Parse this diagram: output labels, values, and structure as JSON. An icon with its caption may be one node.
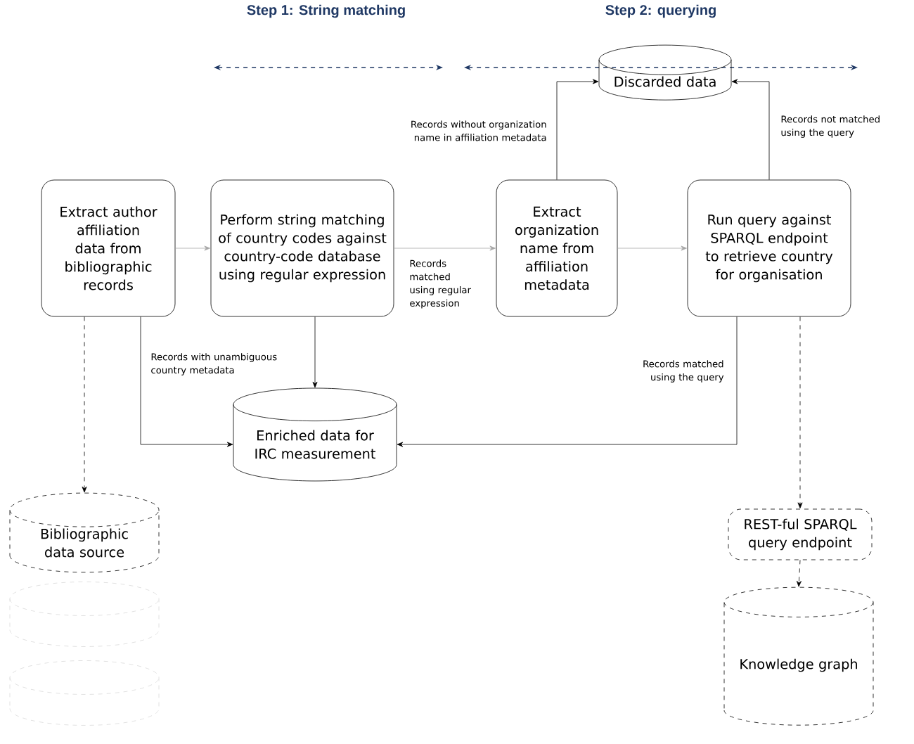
{
  "diagram": {
    "nodes": [
      {
        "text": [
          "Extract author affiliation data from bibliographic records"
        ]
      },
      {
        "text": [
          "Perform string matching of country codes against country-code database using regular expression"
        ]
      },
      {
        "text": [
          "Discarded data"
        ]
      },
      {
        "text": [
          "Extract organization name from affiliation metadata"
        ]
      },
      {
        "text": [
          "Run query against SPARQL endpoint to retrieve country for organisation"
        ]
      },
      {
        "text": [
          "Enriched data for IRC measurement"
        ]
      },
      {
        "text": [
          "Bibliographic data source"
        ]
      },
      {
        "text": [],
        "shape": "cylinder"
      },
      {
        "text": [],
        "shape": "cylinder"
      },
      {
        "text": [
          "REST-ful SPARQL query endpoint"
        ]
      },
      {
        "text": [
          "Knowledge graph"
        ]
      }
    ],
    "edges": [
      {
        "from": 0,
        "to": 1,
        "arrow": "to",
        "color": "#a6a6a6"
      },
      {
        "from": 1,
        "to": 3,
        "arrow": "to",
        "label": "Records matched using regular expression",
        "color": "#a6a6a6"
      },
      {
        "from": 3,
        "to": 4,
        "arrow": "to",
        "color": "#a6a6a6"
      },
      {
        "from": 3,
        "to": 2,
        "arrow": "to",
        "label": "Records without organization name in affiliation metadata"
      },
      {
        "from": 4,
        "to": 2,
        "arrow": "to",
        "label": "Records not matched using the query"
      },
      {
        "from": 0,
        "to": 5,
        "arrow": "to",
        "label": "Records with unambiguous country metadata"
      },
      {
        "from": 1,
        "to": 5,
        "arrow": "to"
      },
      {
        "from": 4,
        "to": 5,
        "arrow": "to",
        "label": "Records matched using the query"
      },
      {
        "from": 0,
        "to": 6,
        "arrow": "to",
        "style": "dashed"
      },
      {
        "from": 4,
        "to": 9,
        "arrow": "to",
        "style": "dashed"
      },
      {
        "from": 9,
        "to": 10,
        "arrow": "to",
        "style": "dashed"
      }
    ],
    "labels": [
      "Step 1: String matching",
      "Step 2: querying"
    ]
  }
}
